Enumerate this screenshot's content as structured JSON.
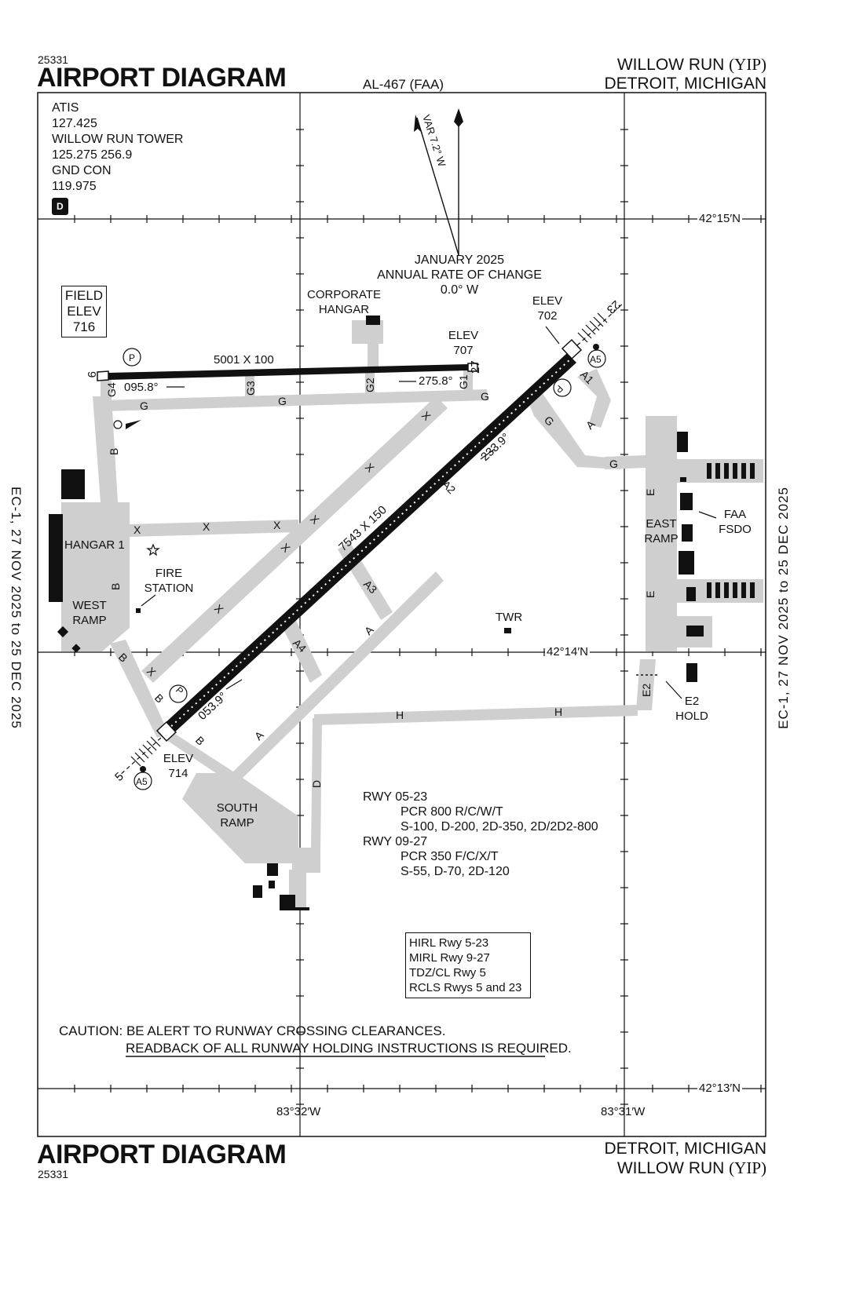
{
  "header": {
    "chart_number": "25331",
    "title": "AIRPORT DIAGRAM",
    "code": "AL-467 (FAA)",
    "airport_name": "WILLOW RUN",
    "airport_id": "(YIP)",
    "city_state": "DETROIT, MICHIGAN"
  },
  "footer": {
    "title": "AIRPORT DIAGRAM",
    "chart_number": "25331",
    "city_state": "DETROIT, MICHIGAN",
    "airport_name": "WILLOW RUN",
    "airport_id": "(YIP)"
  },
  "edition": {
    "left": "EC-1,  27 NOV 2025  to  25 DEC 2025",
    "right": "EC-1,  27 NOV 2025  to  25 DEC 2025"
  },
  "comms": {
    "lines": [
      "ATIS",
      "127.425",
      "WILLOW RUN TOWER",
      "125.275  256.9",
      "GND CON",
      "119.975"
    ],
    "badge": "D"
  },
  "magvar": {
    "var_label": "VAR 7.2° W",
    "date": "JANUARY 2025",
    "rate_label": "ANNUAL RATE OF CHANGE",
    "rate_value": "0.0° W"
  },
  "coordinates": {
    "lat_top": "42°15′N",
    "lat_mid": "42°14′N",
    "lat_bottom": "42°13′N",
    "lon_left": "83°32′W",
    "lon_right": "83°31′W"
  },
  "field_elev": {
    "line1": "FIELD",
    "line2": "ELEV",
    "value": "716"
  },
  "runways": {
    "rwy_9_27": {
      "dims": "5001 X 100",
      "end_a": "9",
      "end_b": "27",
      "hdg_a": "095.8°",
      "hdg_b": "275.8°"
    },
    "rwy_5_23": {
      "dims": "7543 X 150",
      "end_a": "5",
      "end_b": "23",
      "hdg_a": "053.9°",
      "hdg_b": "233.9°"
    }
  },
  "elevations": {
    "rwy27": {
      "label": "ELEV",
      "value": "707"
    },
    "rwy23": {
      "label": "ELEV",
      "value": "702"
    },
    "rwy5": {
      "label": "ELEV",
      "value": "714"
    }
  },
  "labels": {
    "corporate_hangar": [
      "CORPORATE",
      "HANGAR"
    ],
    "hangar1": "HANGAR 1",
    "fire_station": [
      "FIRE",
      "STATION"
    ],
    "west_ramp": [
      "WEST",
      "RAMP"
    ],
    "east_ramp": [
      "EAST",
      "RAMP"
    ],
    "faa_fsdo": [
      "FAA",
      "FSDO"
    ],
    "south_ramp": [
      "SOUTH",
      "RAMP"
    ],
    "twr": "TWR",
    "e2_hold": [
      "E2",
      "HOLD"
    ],
    "approach_light": "A5",
    "parking": "P"
  },
  "taxiways": [
    "G",
    "G1",
    "G2",
    "G3",
    "G4",
    "A",
    "A1",
    "A2",
    "A3",
    "A4",
    "B",
    "D",
    "E",
    "E2",
    "H",
    "X"
  ],
  "pcr": {
    "lines": [
      "RWY 05-23",
      "PCR 800 R/C/W/T",
      "S-100, D-200, 2D-350, 2D/2D2-800",
      "RWY 09-27",
      "PCR 350 F/C/X/T",
      "S-55, D-70, 2D-120"
    ]
  },
  "lighting": {
    "lines": [
      "HIRL Rwy 5-23",
      "MIRL Rwy 9-27",
      "TDZ/CL Rwy 5",
      "RCLS Rwys 5 and 23"
    ]
  },
  "caution": {
    "line1": "CAUTION: BE ALERT TO RUNWAY CROSSING CLEARANCES.",
    "line2": "READBACK OF ALL RUNWAY HOLDING INSTRUCTIONS IS REQUIRED."
  }
}
